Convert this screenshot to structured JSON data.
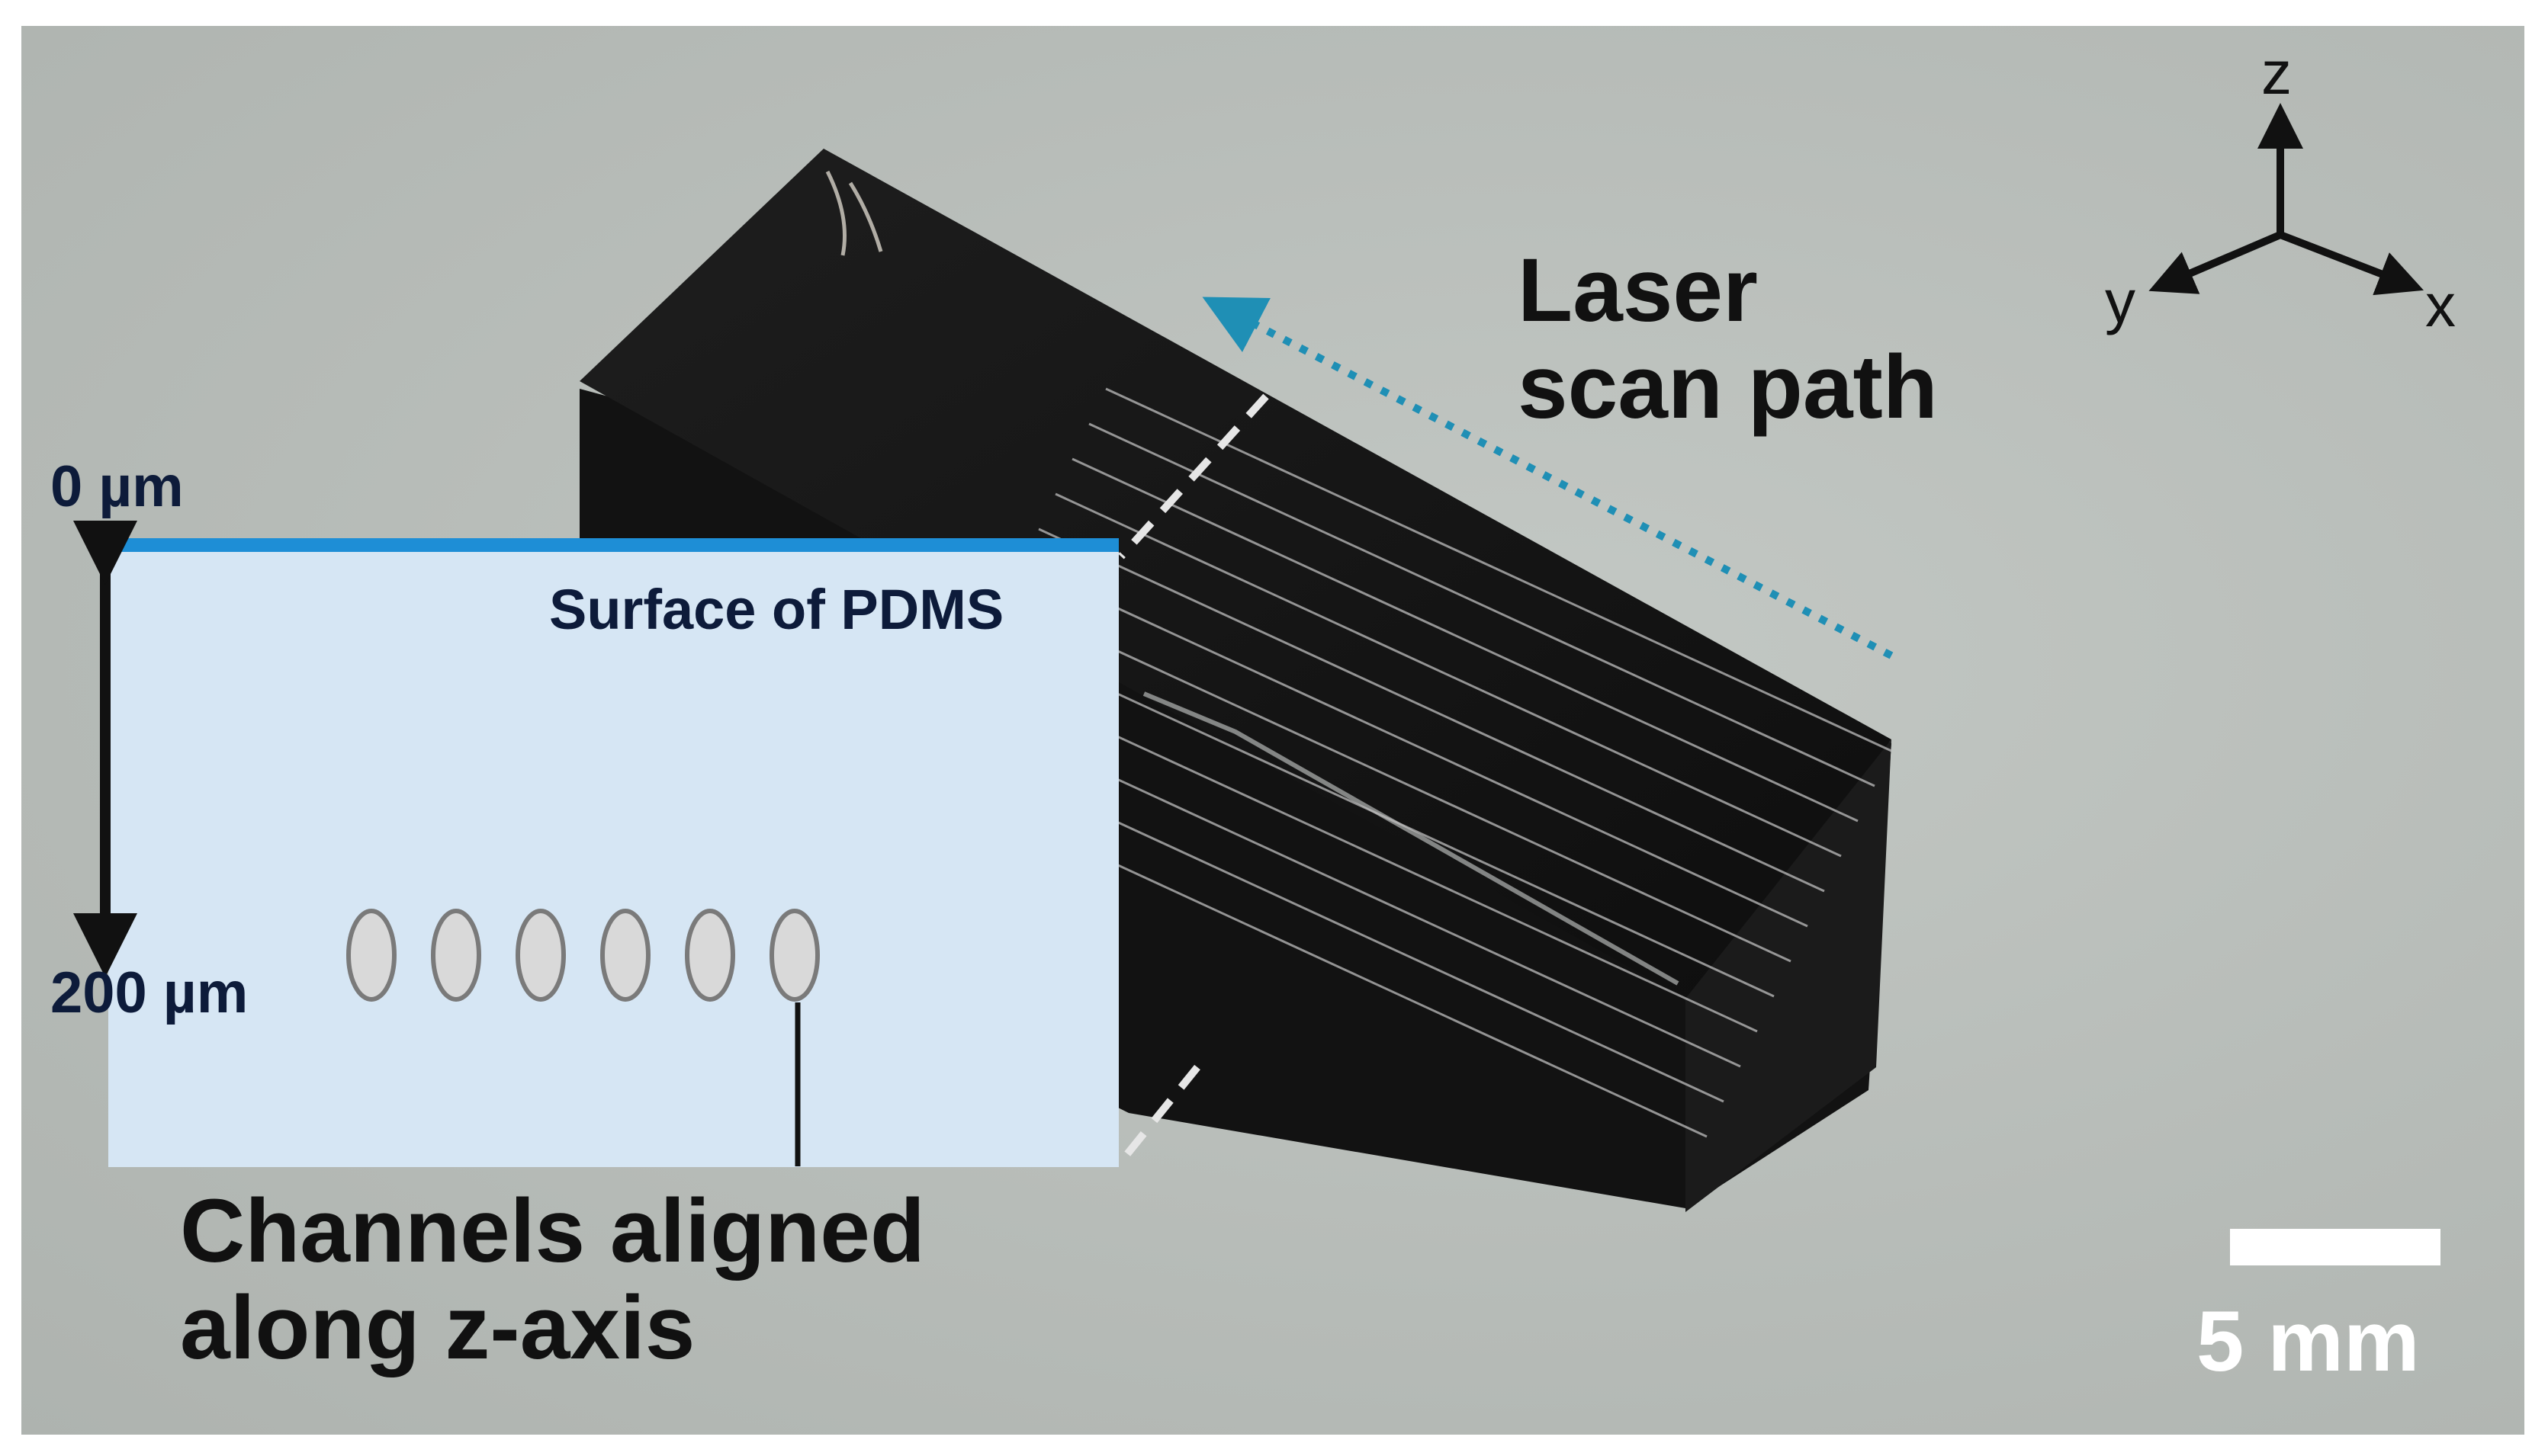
{
  "figure": {
    "labels": {
      "laser_line1": "Laser",
      "laser_line2": "scan path",
      "axis_z": "z",
      "axis_y": "y",
      "axis_x": "x",
      "depth_top": "0 µm",
      "depth_bottom": "200 µm",
      "surface": "Surface of PDMS",
      "channels_line1": "Channels aligned",
      "channels_line2": "along z-axis",
      "scale": "5 mm"
    },
    "colors": {
      "background": "#b9beba",
      "block": "#161616",
      "inset_fill": "#d6e6f4",
      "surface_line": "#1e8ed6",
      "scan_arrow": "#1f8fb5",
      "channel_fill": "#d9d9d9",
      "channel_stroke": "#7a7a7a",
      "label_dark": "#0d1b3a"
    },
    "channel_count": 6,
    "groove_count": 12
  }
}
